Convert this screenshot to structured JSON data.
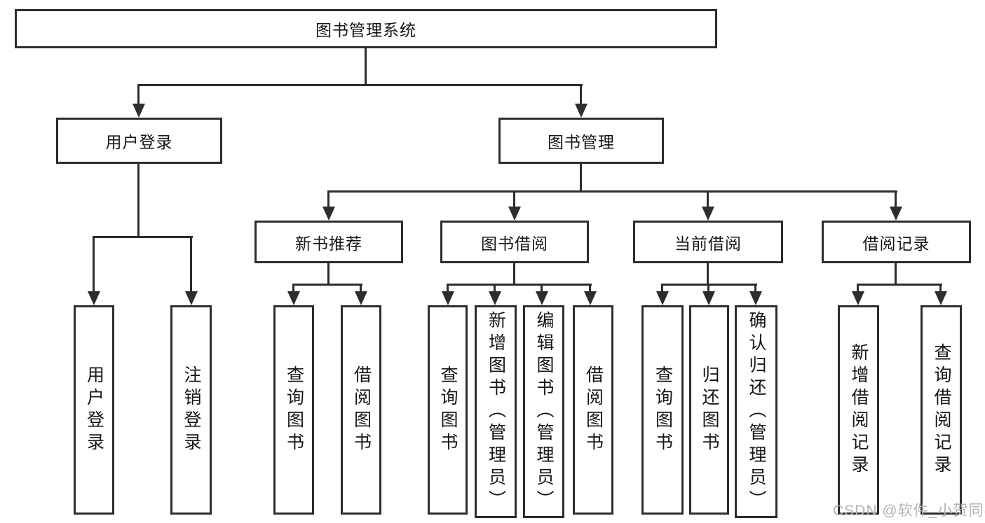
{
  "diagram": {
    "root": {
      "label": "图书管理系统"
    },
    "branches": {
      "user_login": {
        "label": "用户登录",
        "children": {
          "login": {
            "label": "用户登录"
          },
          "logout": {
            "label": "注销登录"
          }
        }
      },
      "book_mgmt": {
        "label": "图书管理",
        "sections": {
          "new_books": {
            "label": "新书推荐",
            "children": {
              "query": {
                "label": "查询图书"
              },
              "borrow": {
                "label": "借阅图书"
              }
            }
          },
          "book_borrow": {
            "label": "图书借阅",
            "children": {
              "query": {
                "label": "查询图书"
              },
              "add": {
                "label": "新增图书（管理员）"
              },
              "edit": {
                "label": "编辑图书（管理员）"
              },
              "borrow": {
                "label": "借阅图书"
              }
            }
          },
          "current_borrow": {
            "label": "当前借阅",
            "children": {
              "query": {
                "label": "查询图书"
              },
              "return": {
                "label": "归还图书"
              },
              "confirm": {
                "label": "确认归还（管理员）"
              }
            }
          },
          "borrow_records": {
            "label": "借阅记录",
            "children": {
              "add": {
                "label": "新增借阅记录"
              },
              "query": {
                "label": "查询借阅记录"
              }
            }
          }
        }
      }
    }
  },
  "watermark": {
    "text": "CSDN @软件_小贺同学"
  },
  "colors": {
    "line": "#2d2d2d",
    "text": "#161616",
    "box-bg": "#ffffff",
    "watermark": "#b3b3b3",
    "bg": "#ffffff"
  }
}
